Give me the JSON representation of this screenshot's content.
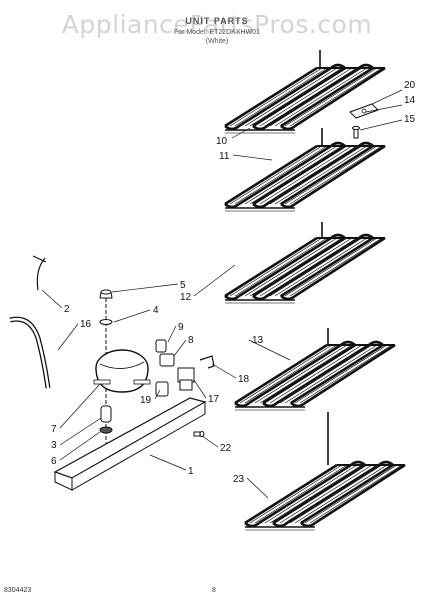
{
  "header": {
    "watermark": "AppliancePartsPros.com",
    "title": "UNIT PARTS",
    "for_model": "For Model: ET22DKXHW01",
    "color": "(White)"
  },
  "callouts": [
    "20",
    "14",
    "15",
    "10",
    "11",
    "5",
    "12",
    "2",
    "16",
    "4",
    "9",
    "8",
    "13",
    "18",
    "7",
    "17",
    "19",
    "3",
    "22",
    "6",
    "1",
    "23"
  ],
  "footer": {
    "doc_number": "8304423",
    "page": "8"
  }
}
